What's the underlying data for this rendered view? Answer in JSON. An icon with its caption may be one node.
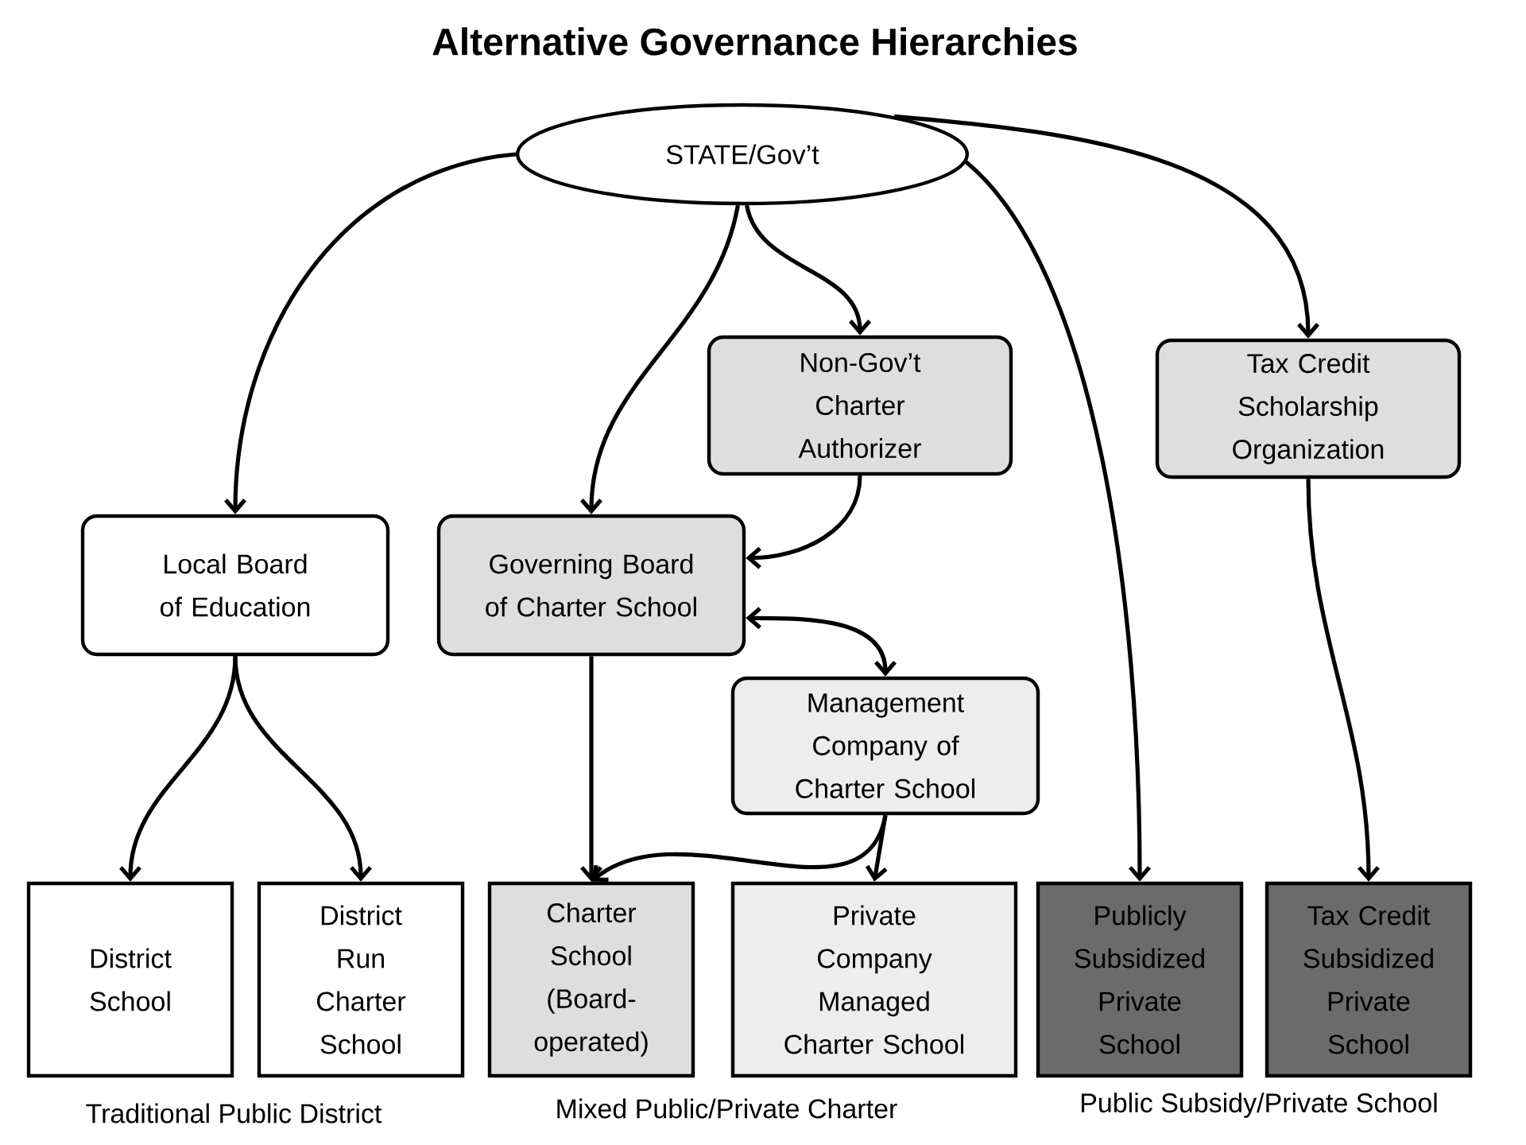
{
  "diagram": {
    "title": "Alternative Governance Hierarchies",
    "nodes": [
      {
        "text": [
          "STATE/Gov’t"
        ]
      },
      {
        "text": [
          "Non-Gov’t Charter Authorizer"
        ]
      },
      {
        "text": [
          "Tax Credit Scholarship Organization"
        ]
      },
      {
        "text": [
          "Local Board of Education"
        ]
      },
      {
        "text": [
          "Governing Board of Charter School"
        ]
      },
      {
        "text": [
          "Management Company of Charter School"
        ]
      },
      {
        "text": [
          "District School"
        ]
      },
      {
        "text": [
          "District Run Charter School"
        ]
      },
      {
        "text": [
          "Charter School (Board-operated)"
        ]
      },
      {
        "text": [
          "Private Company Managed Charter School"
        ]
      },
      {
        "text": [
          "Publicly Subsidized Private School"
        ]
      },
      {
        "text": [
          "Tax Credit Subsidized Private School"
        ]
      }
    ],
    "edges": [
      {
        "from": 0,
        "to": 3,
        "arrow": "to"
      },
      {
        "from": 0,
        "to": 4,
        "arrow": "to"
      },
      {
        "from": 0,
        "to": 1,
        "arrow": "to"
      },
      {
        "from": 0,
        "to": 10,
        "arrow": "to"
      },
      {
        "from": 0,
        "to": 2,
        "arrow": "to"
      },
      {
        "from": 1,
        "to": 4,
        "arrow": "to"
      },
      {
        "from": 4,
        "to": 5,
        "arrow": "both"
      },
      {
        "from": 3,
        "to": 6,
        "arrow": "to"
      },
      {
        "from": 3,
        "to": 7,
        "arrow": "to"
      },
      {
        "from": 4,
        "to": 8,
        "arrow": "to"
      },
      {
        "from": 5,
        "to": 8,
        "arrow": "to"
      },
      {
        "from": 5,
        "to": 9,
        "arrow": "to"
      },
      {
        "from": 2,
        "to": 11,
        "arrow": "to"
      }
    ],
    "labels": [
      "Traditional Public District",
      "Mixed Public/Private Charter",
      "Public Subsidy/Private School"
    ]
  }
}
